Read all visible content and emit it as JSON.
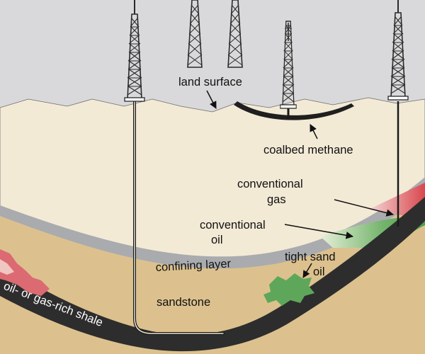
{
  "labels": {
    "land_surface": "land surface",
    "coalbed_methane": "coalbed methane",
    "conventional_gas_1": "conventional",
    "conventional_gas_2": "gas",
    "conventional_oil_1": "conventional",
    "conventional_oil_2": "oil",
    "tight_sand_1": "tight sand",
    "tight_sand_2": "oil",
    "confining_layer": "confining layer",
    "sandstone": "sandstone",
    "shale": "oil- or gas-rich shale"
  },
  "colors": {
    "sky": "#d9d9db",
    "upper_layer": "#f3ead6",
    "sandstone": "#dcc18e",
    "confining_layer": "#a9abae",
    "shale": "#2d2d2d",
    "gas": "#d9474f",
    "oil": "#5ea75a",
    "outline": "#1f1f1f"
  },
  "icons": [
    "drilling-rig-icon",
    "arrow-icon"
  ]
}
